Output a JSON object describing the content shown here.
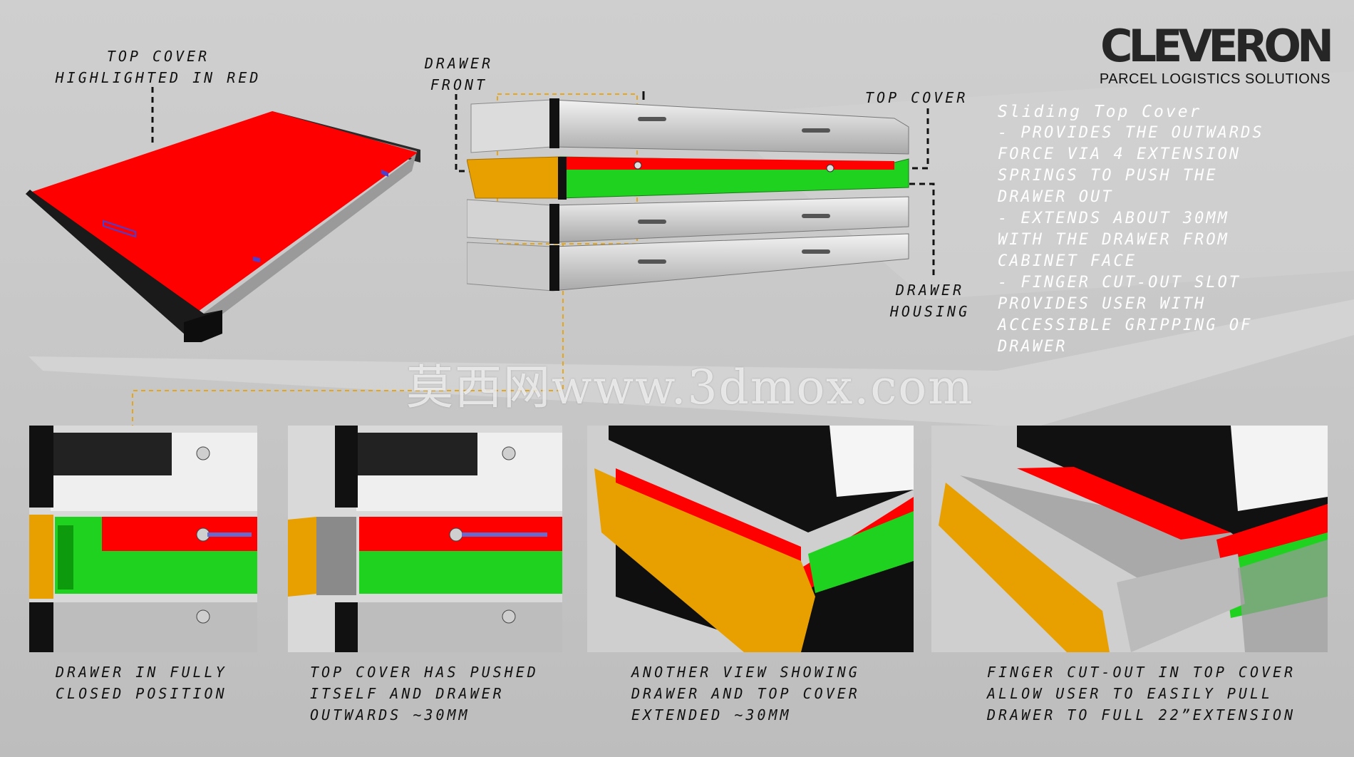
{
  "logo": {
    "name": "CLEVERON",
    "tagline": "PARCEL LOGISTICS SOLUTIONS"
  },
  "callouts": {
    "top_cover_red": [
      "TOP COVER",
      "HIGHLIGHTED IN RED"
    ],
    "drawer_front": [
      "DRAWER",
      "FRONT"
    ],
    "top_cover": [
      "TOP COVER"
    ],
    "drawer_housing": [
      "DRAWER",
      "HOUSING"
    ]
  },
  "description": [
    "Sliding Top Cover",
    "- provides the outwards",
    "force via 4 extension",
    "springs to push the",
    "drawer out",
    "- extends about 30mm",
    "with the drawer from",
    "cabinet face",
    "- finger cut-out slot",
    "provides user with",
    "accessible gripping of",
    "drawer"
  ],
  "watermark": "莫西网www.3dmox.com",
  "captions": [
    [
      "DRAWER IN FULLY",
      "CLOSED POSITION"
    ],
    [
      "TOP COVER HAS PUSHED",
      "ITSELF AND DRAWER",
      "OUTWARDS ~30MM"
    ],
    [
      "ANOTHER VIEW SHOWING",
      "DRAWER AND TOP COVER",
      "EXTENDED ~30MM"
    ],
    [
      "FINGER CUT-OUT IN TOP COVER",
      "ALLOW USER TO EASILY PULL",
      "DRAWER TO FULL 22”EXTENSION"
    ]
  ],
  "colors": {
    "top_cover": "#ff0000",
    "drawer_front": "#e8a000",
    "drawer_body": "#1fd21f",
    "housing": "#cfcfcf",
    "front_panel": "#111111"
  }
}
